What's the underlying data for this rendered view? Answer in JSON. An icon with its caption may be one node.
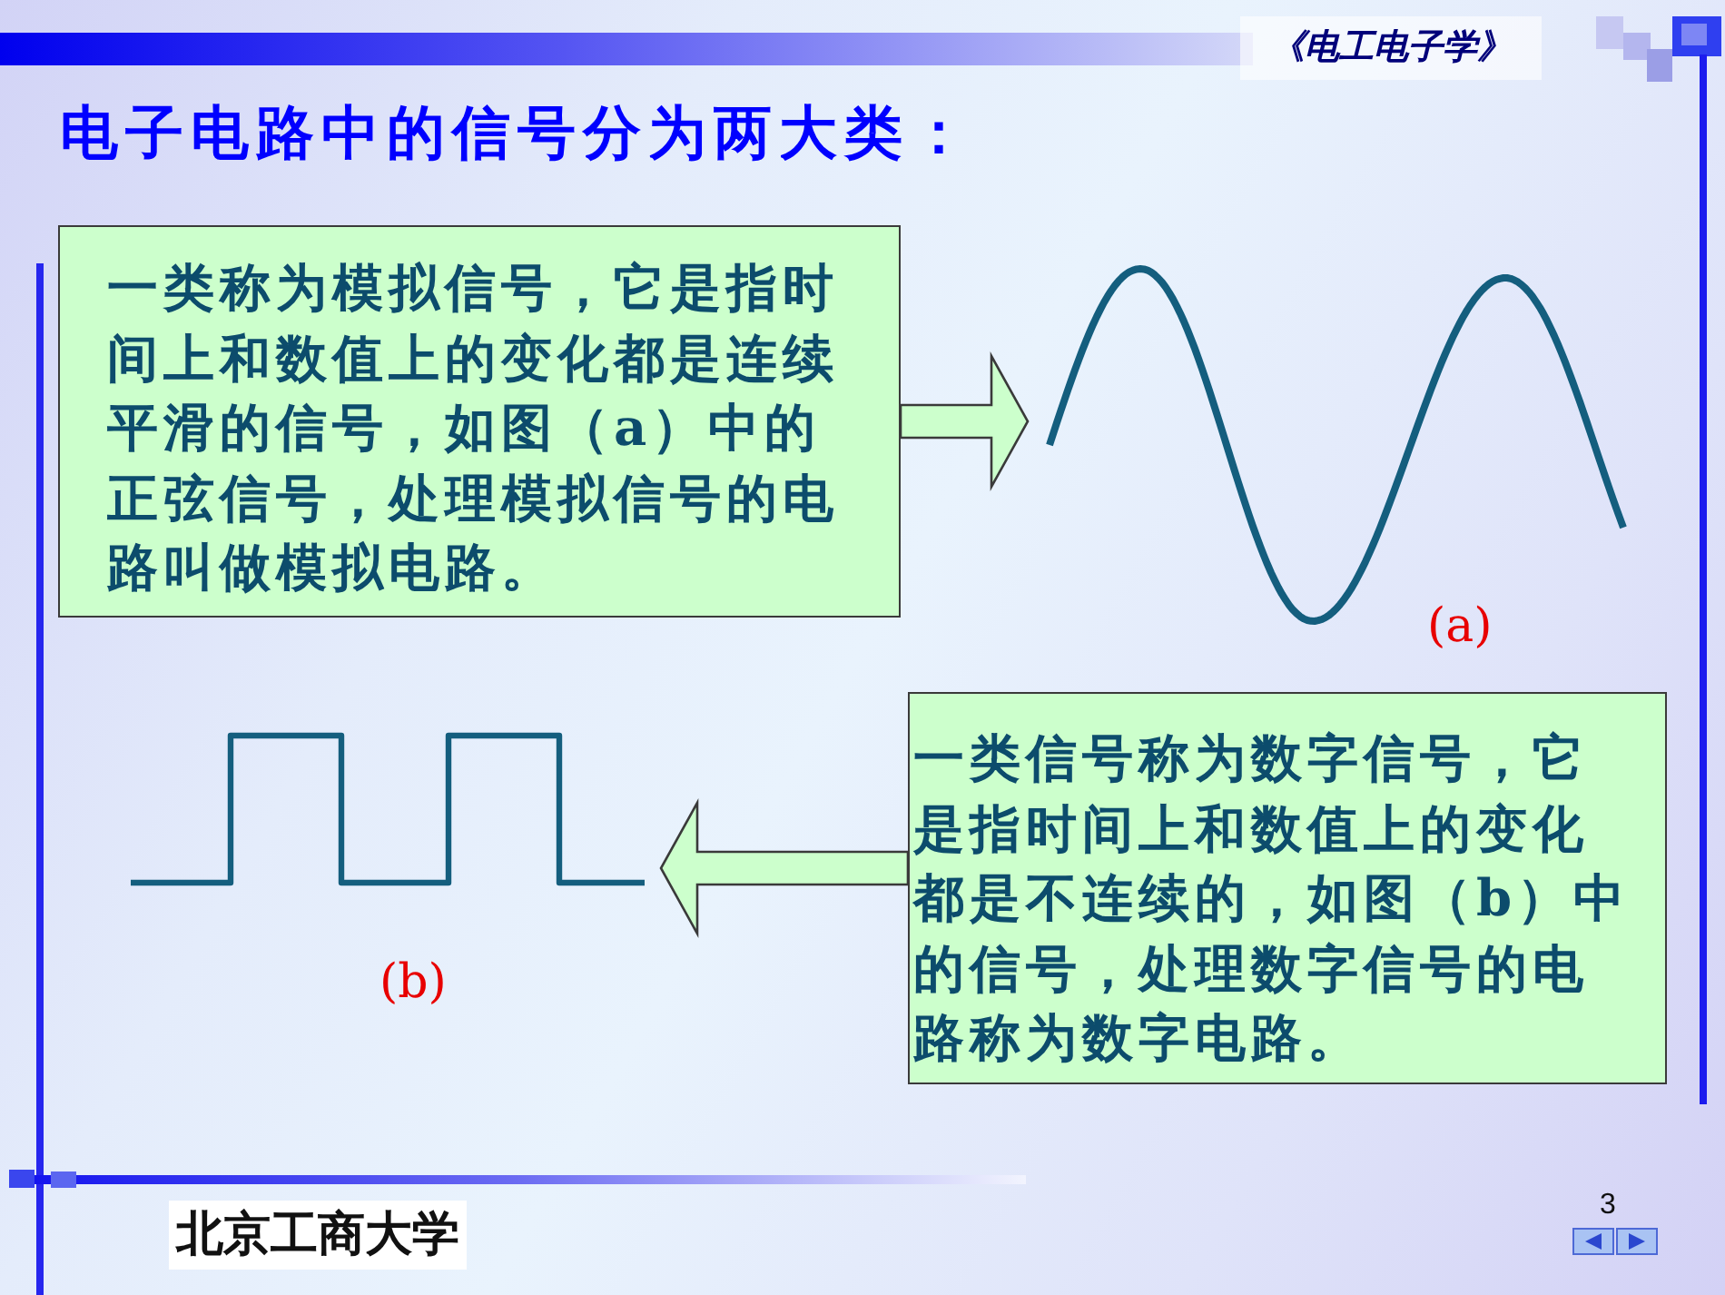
{
  "diagram": {
    "title": "电子电路中的信号分为两大类：",
    "nodes": [
      {
        "text": [
          "一类称为模拟信号，它是指时间上和数值上的变化都是连续平滑的信号，如图（a）中的正弦信号，处理模拟信号的电路叫做模拟电路。"
        ]
      },
      {
        "text": [],
        "shape": "picture",
        "beside": [
          "(a)"
        ]
      },
      {
        "text": [
          "一类信号称为数字信号，它是指时间上和数值上的变化都是不连续的，如图（b）中的信号，处理数字信号的电路称为数字电路。"
        ]
      },
      {
        "text": [],
        "shape": "picture",
        "beside": [
          "(b)"
        ]
      }
    ],
    "edges": [
      {
        "from": 0,
        "to": 1,
        "arrow": "to"
      },
      {
        "from": 2,
        "to": 3,
        "arrow": "to"
      }
    ],
    "labels": [
      "《电工电子学》",
      "北京工商大学",
      "3"
    ]
  }
}
